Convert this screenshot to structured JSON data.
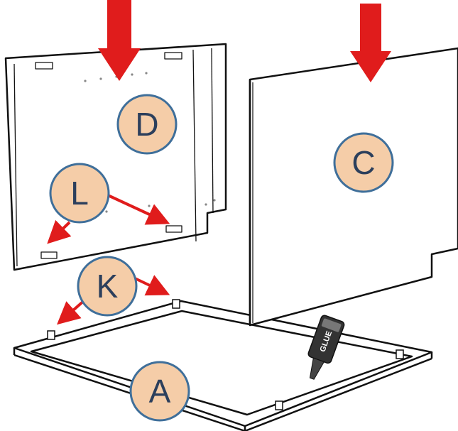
{
  "colors": {
    "arrow": "#e01c1c",
    "callout_fill": "#f5cda8",
    "callout_stroke": "#3f6f9a",
    "callout_text": "#2c3f5c",
    "line": "#111111"
  },
  "labels": {
    "panel_d": "D",
    "panel_c": "C",
    "frame_a": "A",
    "dowel_l": "L",
    "bracket_k": "K"
  },
  "glue_text": "GLUE"
}
